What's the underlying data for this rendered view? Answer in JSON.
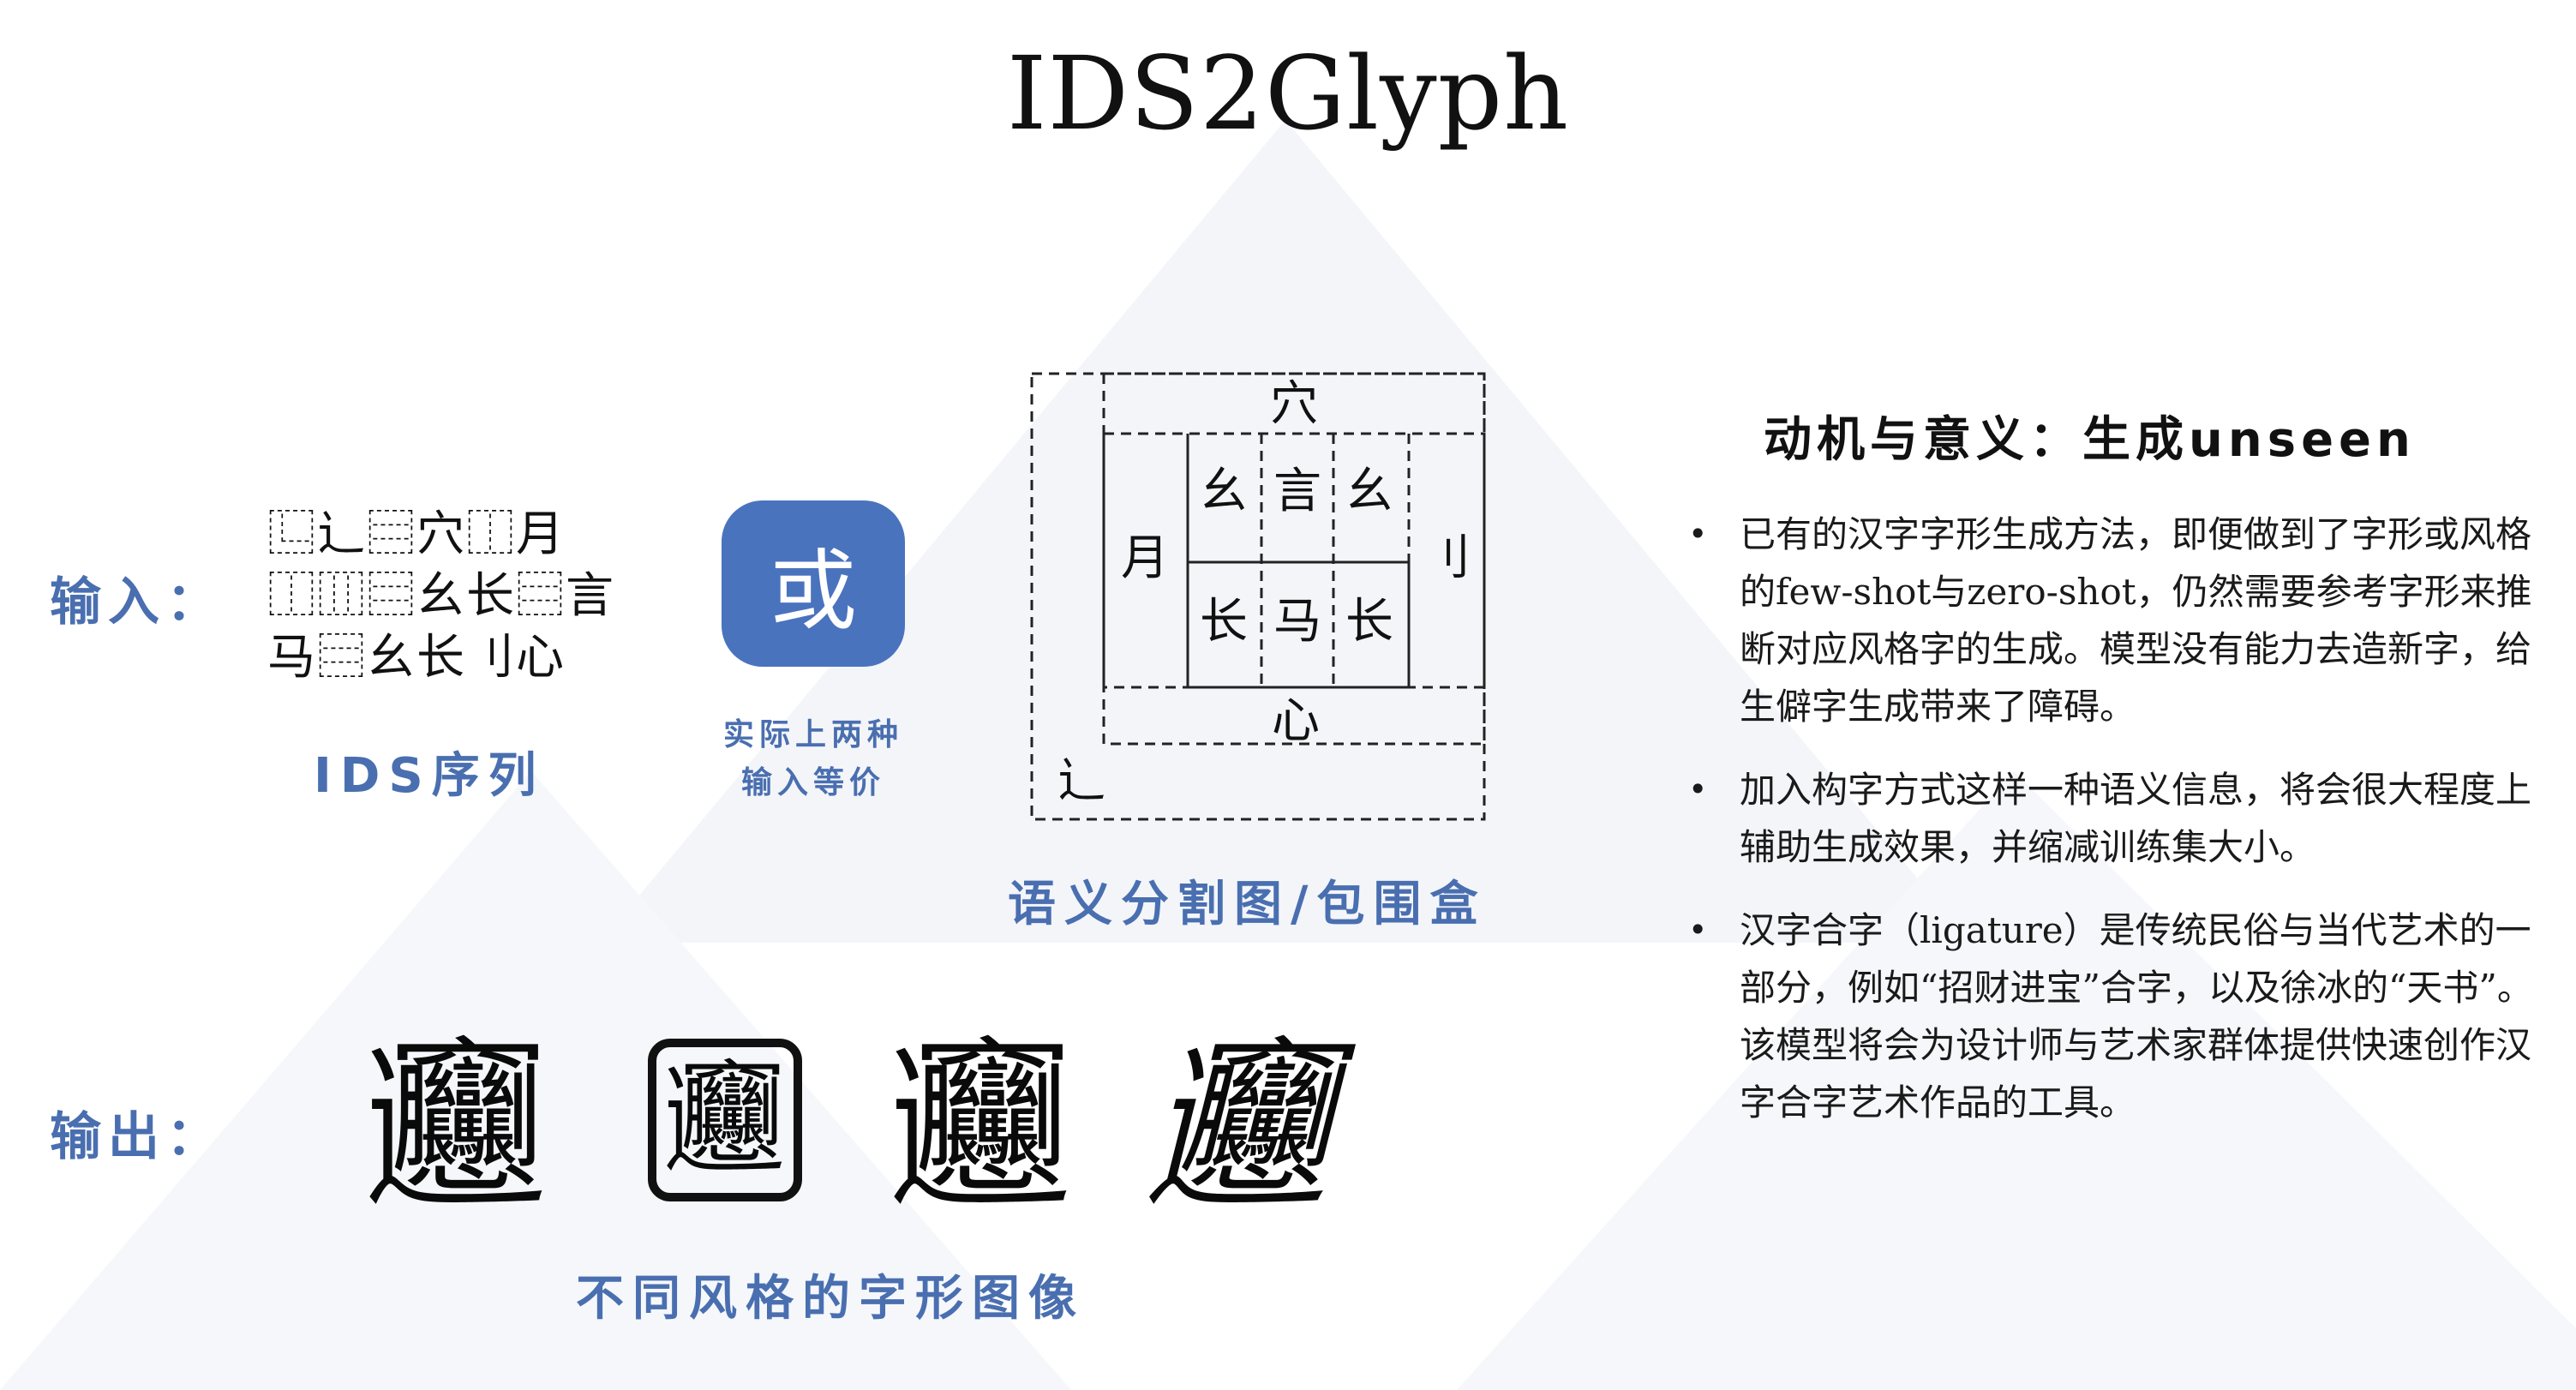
{
  "title": "IDS2Glyph",
  "input_label": "输入：",
  "output_label": "输出：",
  "ids_sequence": {
    "lines": [
      "⿺辶⿳穴⿰月",
      "⿰⿲⿳幺长⿳言",
      "马⿳幺长刂心"
    ],
    "caption": "IDS序列"
  },
  "composed_char": "或",
  "equivalence_note": [
    "实际上两种",
    "输入等价"
  ],
  "segmentation": {
    "caption": "语义分割图/包围盒",
    "components": {
      "xue": "穴",
      "yue": "月",
      "yao_left": "幺",
      "yan": "言",
      "yao_right": "幺",
      "chang_left": "长",
      "ma": "马",
      "chang_right": "长",
      "dao": "刂",
      "xin": "心",
      "chuo": "辶"
    }
  },
  "output_glyphs": [
    "𰻞",
    "𰻞",
    "𰻞",
    "𰻞"
  ],
  "output_caption": "不同风格的字形图像",
  "motivation": {
    "title": "动机与意义：生成unseen",
    "bullets": [
      "已有的汉字字形生成方法，即便做到了字形或风格的few-shot与zero-shot，仍然需要参考字形来推断对应风格字的生成。模型没有能力去造新字，给生僻字生成带来了障碍。",
      "加入构字方式这样一种语义信息，将会很大程度上辅助生成效果，并缩减训练集大小。",
      "汉字合字（ligature）是传统民俗与当代艺术的一部分，例如“招财进宝”合字，以及徐冰的“天书”。该模型将会为设计师与艺术家群体提供快速创作汉字合字艺术作品的工具。"
    ],
    "bullet_marker": "•"
  },
  "colors": {
    "accent_blue": "#4A6FB0",
    "button_blue": "#4A73BE",
    "background_shape": "#F2F4F8"
  }
}
